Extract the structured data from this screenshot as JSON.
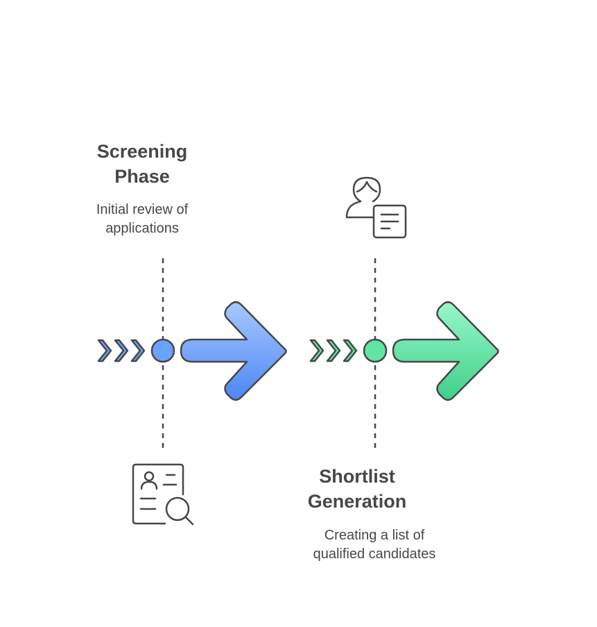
{
  "steps": [
    {
      "title": "Screening\nPhase",
      "description": "Initial review of\napplications",
      "icon": "resume-search-icon",
      "color": "#6aa2ff"
    },
    {
      "title": "Shortlist\nGeneration",
      "description": "Creating a list of\nqualified candidates",
      "icon": "candidate-document-icon",
      "color": "#5fe6a2"
    }
  ],
  "colors": {
    "stroke": "#474747",
    "blue_light": "#9cc2ff",
    "blue_dark": "#4d87f5",
    "green_light": "#8ff5c3",
    "green_dark": "#3fd08b"
  }
}
